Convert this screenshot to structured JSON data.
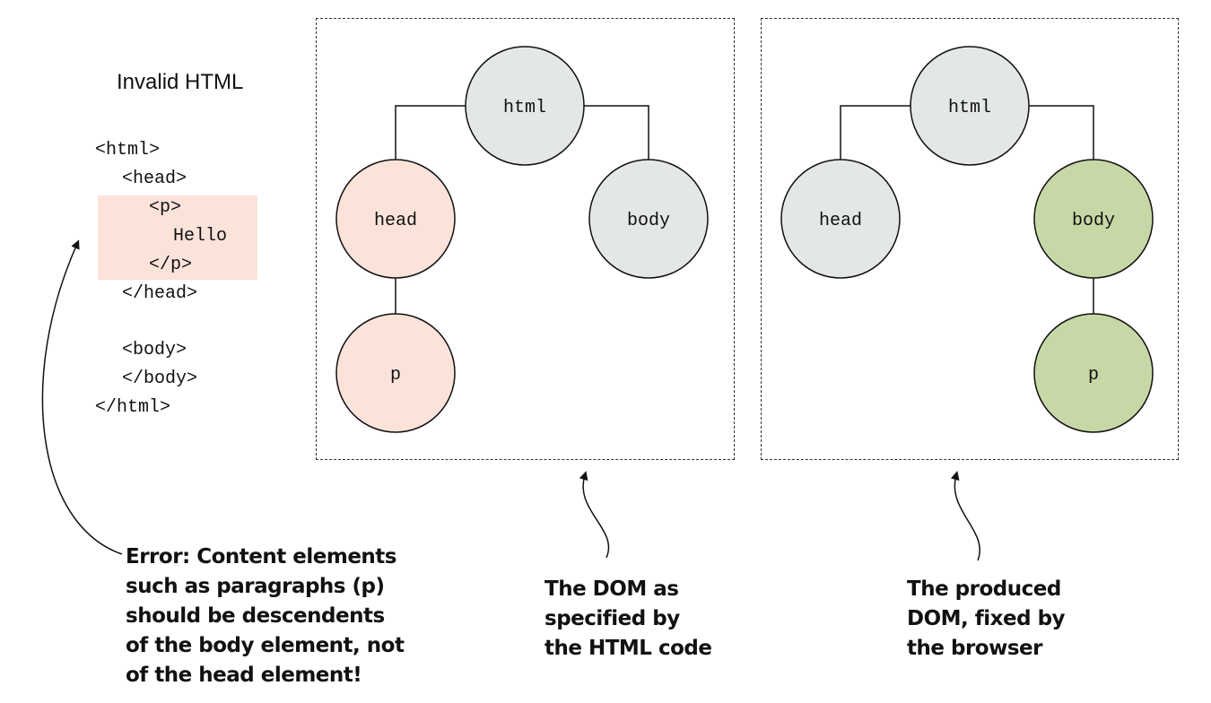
{
  "code_panel": {
    "title": "Invalid HTML",
    "lines": [
      "<html>",
      "<head>",
      "<p>",
      "Hello",
      "</p>",
      "</head>",
      "<body>",
      "</body>",
      "</html>"
    ]
  },
  "tree_specified": {
    "nodes": {
      "root": "html",
      "left": "head",
      "right": "body",
      "child": "p"
    },
    "colors": {
      "root": "#e4e8e4",
      "left": "#fbe3da",
      "right": "#e4e8e4",
      "child": "#fbe3da"
    }
  },
  "tree_produced": {
    "nodes": {
      "root": "html",
      "left": "head",
      "right": "body",
      "child": "p"
    },
    "colors": {
      "root": "#e4e8e4",
      "left": "#e4e8e4",
      "right": "#c7d8a6",
      "child": "#c7d8a6"
    }
  },
  "captions": {
    "error": [
      "Error: Content elements",
      "such as paragraphs (p)",
      "should be descendents",
      "of the body element, not",
      "of the head element!"
    ],
    "specified": [
      "The DOM as",
      "specified by",
      "the HTML code"
    ],
    "produced": [
      "The produced",
      "DOM, fixed by",
      "the browser"
    ]
  },
  "colors": {
    "highlight": "#fbe3da",
    "node_default": "#e4e8e4",
    "node_error": "#fbe3da",
    "node_fixed": "#c7d8a6"
  }
}
